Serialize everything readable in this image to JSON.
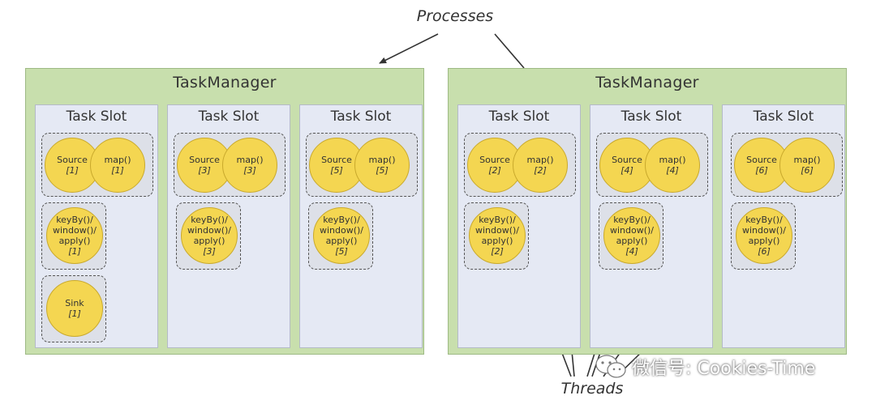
{
  "labels": {
    "processes": "Processes",
    "threads": "Threads"
  },
  "task_managers": [
    {
      "title": "TaskManager",
      "slots": [
        {
          "title": "Task Slot",
          "source": [
            "Source",
            "[1]"
          ],
          "map": [
            "map()",
            "[1]"
          ],
          "window": [
            "keyBy()/",
            "window()/",
            "apply()",
            "[1]"
          ],
          "sink": [
            "Sink",
            "[1]"
          ]
        },
        {
          "title": "Task Slot",
          "source": [
            "Source",
            "[3]"
          ],
          "map": [
            "map()",
            "[3]"
          ],
          "window": [
            "keyBy()/",
            "window()/",
            "apply()",
            "[3]"
          ]
        },
        {
          "title": "Task Slot",
          "source": [
            "Source",
            "[5]"
          ],
          "map": [
            "map()",
            "[5]"
          ],
          "window": [
            "keyBy()/",
            "window()/",
            "apply()",
            "[5]"
          ]
        }
      ]
    },
    {
      "title": "TaskManager",
      "slots": [
        {
          "title": "Task Slot",
          "source": [
            "Source",
            "[2]"
          ],
          "map": [
            "map()",
            "[2]"
          ],
          "window": [
            "keyBy()/",
            "window()/",
            "apply()",
            "[2]"
          ]
        },
        {
          "title": "Task Slot",
          "source": [
            "Source",
            "[4]"
          ],
          "map": [
            "map()",
            "[4]"
          ],
          "window": [
            "keyBy()/",
            "window()/",
            "apply()",
            "[4]"
          ]
        },
        {
          "title": "Task Slot",
          "source": [
            "Source",
            "[6]"
          ],
          "map": [
            "map()",
            "[6]"
          ],
          "window": [
            "keyBy()/",
            "window()/",
            "apply()",
            "[6]"
          ]
        }
      ]
    }
  ],
  "watermark": "微信号: Cookies-Time",
  "colors": {
    "task_manager_bg": "#c8dfad",
    "task_slot_bg": "#e5e9f4",
    "operator_fill": "#f4d651"
  }
}
